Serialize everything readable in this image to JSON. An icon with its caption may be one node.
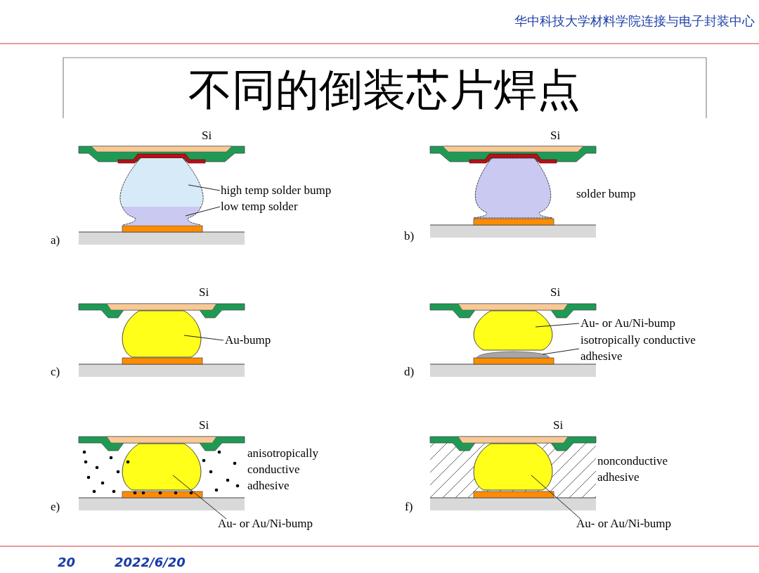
{
  "diagram": {
    "title": "不同的倒装芯片焊点",
    "nodes": [
      {
        "text": [
          "high temp solder bump"
        ]
      },
      {
        "text": [],
        "shape": "circle"
      },
      {
        "text": [
          "low temp solder"
        ]
      },
      {
        "text": [],
        "shape": "circle"
      },
      {
        "text": [
          "Au-bump"
        ]
      },
      {
        "text": [],
        "shape": "circle"
      },
      {
        "text": [
          "Au- or Au/Ni-bump"
        ]
      },
      {
        "text": [],
        "shape": "circle"
      },
      {
        "text": [
          "isotropically conductive adhesive"
        ]
      },
      {
        "text": [],
        "shape": "bar"
      },
      {
        "text": [
          "Au- or Au/Ni-bump"
        ]
      },
      {
        "text": [],
        "shape": "circle"
      },
      {
        "text": [
          "Au- or Au/Ni-bump"
        ]
      },
      {
        "text": [],
        "shape": "circle"
      }
    ],
    "edges": [
      {
        "from": 0,
        "to": 1,
        "arrow": "none"
      },
      {
        "from": 2,
        "to": 3,
        "arrow": "none"
      },
      {
        "from": 4,
        "to": 5,
        "arrow": "none"
      },
      {
        "from": 6,
        "to": 7,
        "arrow": "none"
      },
      {
        "from": 8,
        "to": 9,
        "arrow": "none"
      },
      {
        "from": 10,
        "to": 11,
        "arrow": "none"
      },
      {
        "from": 12,
        "to": 13,
        "arrow": "none"
      }
    ],
    "labels": [
      "华中科技大学材料学院连接与电子封装中心",
      "Si",
      "Si",
      "solder bump",
      "a)",
      "b)",
      "Si",
      "Si",
      "c)",
      "d)",
      "Si",
      "Si",
      "anisotropically conductive adhesive",
      "nonconductive adhesive",
      "e)",
      "f)",
      "20",
      "2022/6/20"
    ]
  }
}
